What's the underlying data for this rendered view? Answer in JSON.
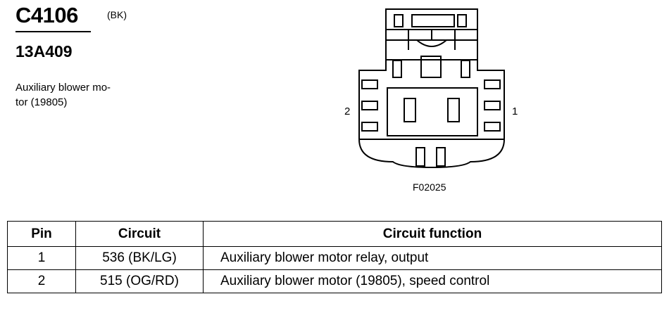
{
  "connector": {
    "id": "C4106",
    "color": "(BK)",
    "part_number": "13A409",
    "description": "Auxiliary blower mo-\ntor (19805)"
  },
  "diagram": {
    "pin_labels": {
      "left": "2",
      "right": "1"
    },
    "figure_id": "F02025"
  },
  "table": {
    "headers": [
      "Pin",
      "Circuit",
      "Circuit function"
    ],
    "rows": [
      {
        "pin": "1",
        "circuit": "536 (BK/LG)",
        "function": "Auxiliary blower motor relay, output"
      },
      {
        "pin": "2",
        "circuit": "515 (OG/RD)",
        "function": "Auxiliary blower motor (19805), speed control"
      }
    ]
  }
}
